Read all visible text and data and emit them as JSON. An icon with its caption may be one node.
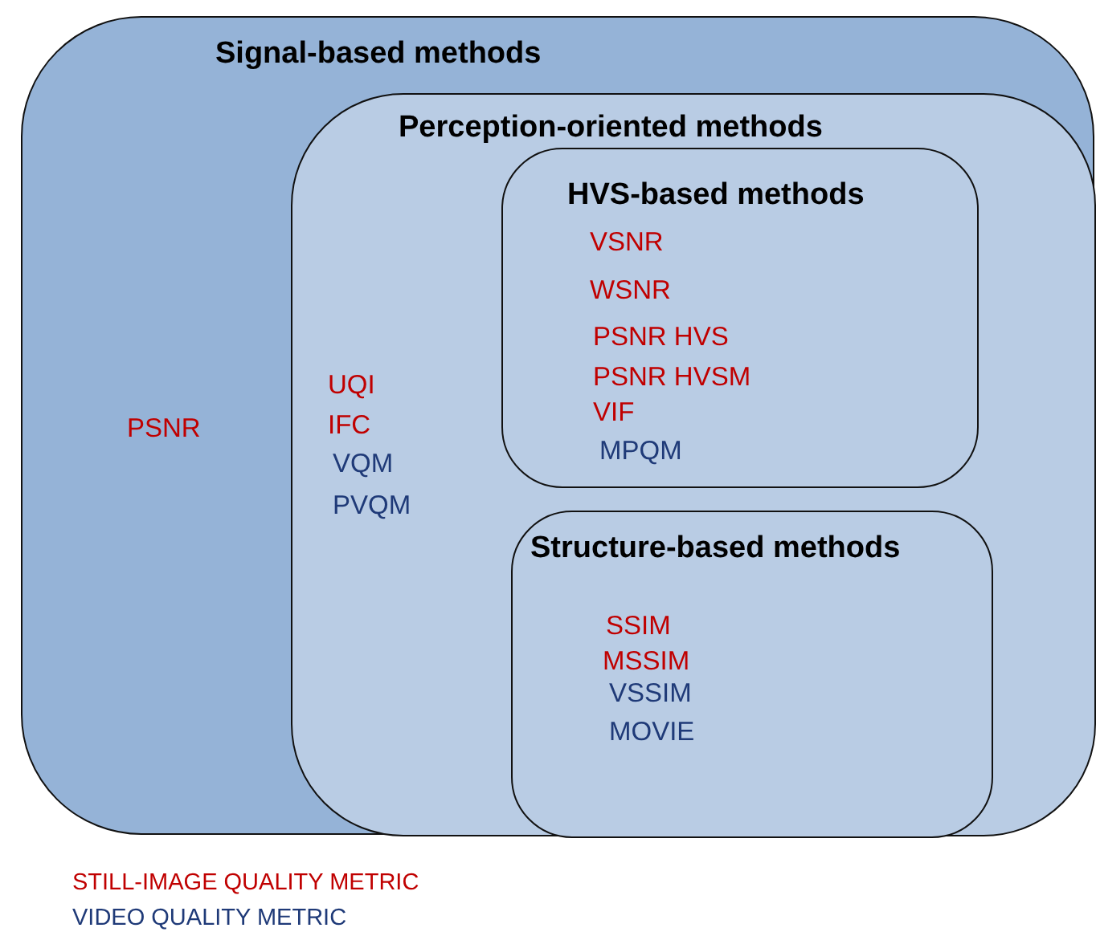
{
  "diagram": {
    "nodes": [
      {
        "text": [
          "Signal-based methods",
          "PSNR"
        ]
      },
      {
        "text": [
          "Perception-oriented methods",
          "UQI",
          "IFC",
          "VQM",
          "PVQM"
        ],
        "in": 0
      },
      {
        "text": [
          "HVS-based methods",
          "VSNR",
          "WSNR",
          "PSNR HVS",
          "PSNR HVSM",
          "VIF",
          "MPQM"
        ],
        "in": 1
      },
      {
        "text": [
          "Structure-based methods",
          "SSIM",
          "MSSIM",
          "VSSIM",
          "MOVIE"
        ],
        "in": 1
      }
    ],
    "legend": [
      {
        "text": "STILL-IMAGE QUALITY METRIC",
        "color": "#c00000"
      },
      {
        "text": "VIDEO QUALITY METRIC",
        "color": "#1f3a78"
      }
    ]
  }
}
